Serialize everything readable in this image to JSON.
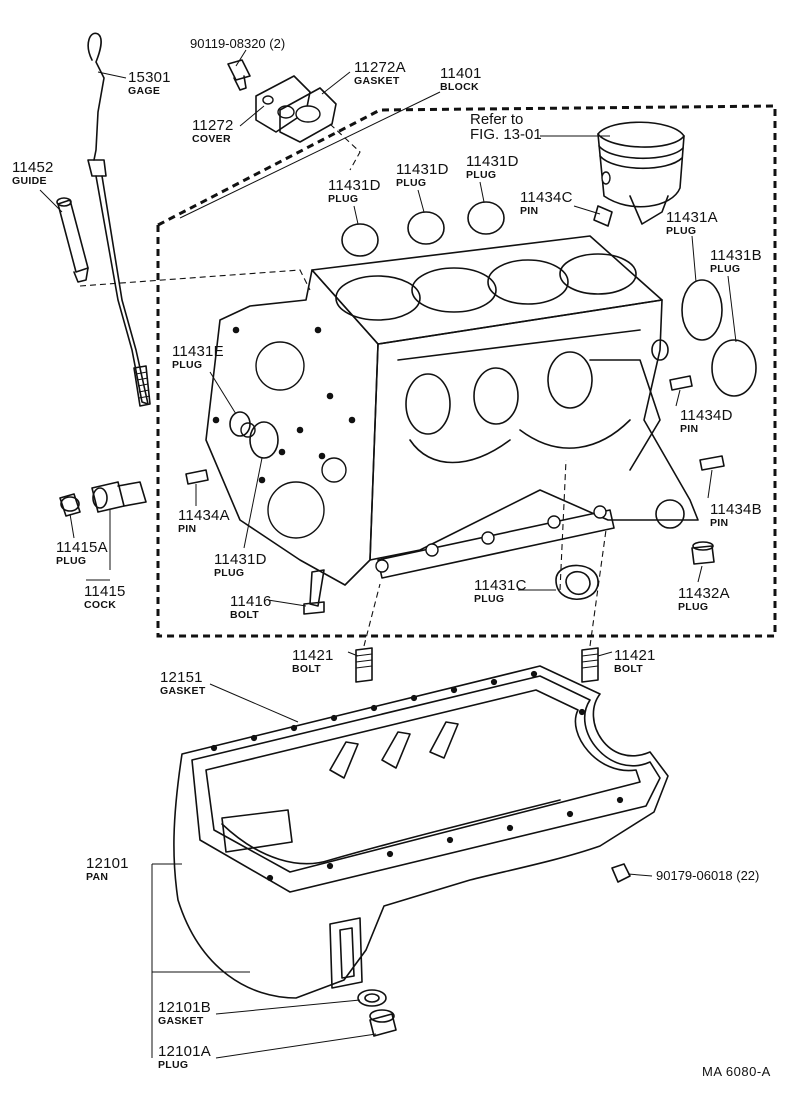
{
  "labels": {
    "bolt_90119": "90119-08320 (2)",
    "gage": {
      "number": "15301",
      "name": "GAGE"
    },
    "gasket_11272a": {
      "number": "11272A",
      "name": "GASKET"
    },
    "block": {
      "number": "11401",
      "name": "BLOCK"
    },
    "cover_11272": {
      "number": "11272",
      "name": "COVER"
    },
    "guide": {
      "number": "11452",
      "name": "GUIDE"
    },
    "refer": {
      "line1": "Refer to",
      "line2": "FIG. 13-01"
    },
    "plug_11431d_a": {
      "number": "11431D",
      "name": "PLUG"
    },
    "plug_11431d_b": {
      "number": "11431D",
      "name": "PLUG"
    },
    "plug_11431d_c": {
      "number": "11431D",
      "name": "PLUG"
    },
    "pin_11434c": {
      "number": "11434C",
      "name": "PIN"
    },
    "plug_11431a": {
      "number": "11431A",
      "name": "PLUG"
    },
    "plug_11431b": {
      "number": "11431B",
      "name": "PLUG"
    },
    "plug_11431e": {
      "number": "11431E",
      "name": "PLUG"
    },
    "pin_11434d": {
      "number": "11434D",
      "name": "PIN"
    },
    "pin_11434a": {
      "number": "11434A",
      "name": "PIN"
    },
    "pin_11434b": {
      "number": "11434B",
      "name": "PIN"
    },
    "plug_11415a": {
      "number": "11415A",
      "name": "PLUG"
    },
    "plug_11431d_d": {
      "number": "11431D",
      "name": "PLUG"
    },
    "cock_11415": {
      "number": "11415",
      "name": "COCK"
    },
    "bolt_11416": {
      "number": "11416",
      "name": "BOLT"
    },
    "plug_11431c": {
      "number": "11431C",
      "name": "PLUG"
    },
    "plug_11432a": {
      "number": "11432A",
      "name": "PLUG"
    },
    "bolt_11421_left": {
      "number": "11421",
      "name": "BOLT"
    },
    "bolt_11421_right": {
      "number": "11421",
      "name": "BOLT"
    },
    "gasket_12151": {
      "number": "12151",
      "name": "GASKET"
    },
    "pan_12101": {
      "number": "12101",
      "name": "PAN"
    },
    "nut_90179": "90179-06018 (22)",
    "gasket_12101b": {
      "number": "12101B",
      "name": "GASKET"
    },
    "plug_12101a": {
      "number": "12101A",
      "name": "PLUG"
    }
  },
  "figure_id": "MA  6080-A"
}
